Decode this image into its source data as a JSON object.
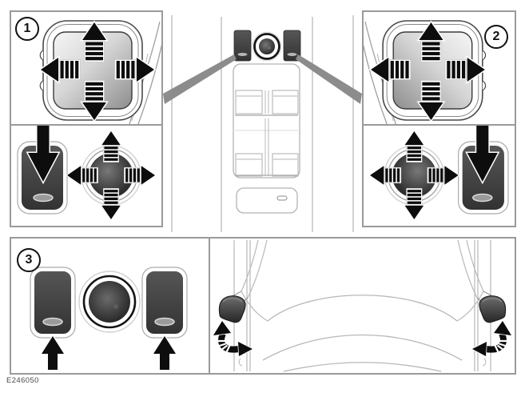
{
  "figure": {
    "code": "E246050",
    "callouts": [
      {
        "label": "1"
      },
      {
        "label": "2"
      },
      {
        "label": "3"
      }
    ],
    "colors": {
      "background": "#ffffff",
      "panel_border": "#9a9a9a",
      "arrow_black": "#0d0d0d",
      "button_dark": "#3e3e3e",
      "indicator_gray": "#9a9a9a",
      "outline_gray": "#b3b3b3",
      "leader_gray": "#8c8c8c",
      "glass_light": "#f4f4f4",
      "glass_dark": "#8d8d8d"
    },
    "icons": [
      "mirror-adjust-arrows-icon",
      "mirror-select-button-icon",
      "joystick-knob-icon",
      "press-button-arrow-icon",
      "window-switch-bank-icon",
      "mirror-fold-arrow-icon",
      "car-top-view-icon"
    ]
  }
}
